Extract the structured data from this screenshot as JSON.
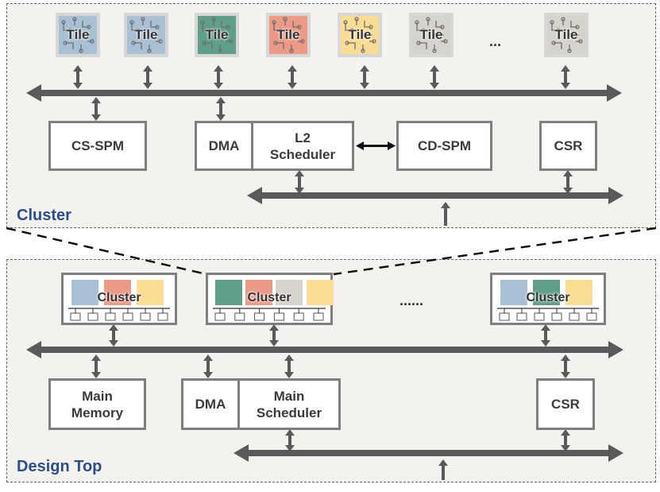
{
  "cluster_panel": {
    "label": "Cluster",
    "tiles": [
      {
        "label": "Tile",
        "color": "#a9bfd3"
      },
      {
        "label": "Tile",
        "color": "#a9bfd3"
      },
      {
        "label": "Tile",
        "color": "#5f9e8a"
      },
      {
        "label": "Tile",
        "color": "#ec9a86"
      },
      {
        "label": "Tile",
        "color": "#fbdc93"
      },
      {
        "label": "Tile",
        "color": "#d6d2cc"
      },
      {
        "label": "Tile",
        "color": "#d6d2cc"
      }
    ],
    "ellipsis": "...",
    "cs_spm": "CS-SPM",
    "dma": "DMA",
    "l2_scheduler": "L2\nScheduler",
    "cd_spm": "CD-SPM",
    "csr": "CSR"
  },
  "top_panel": {
    "label": "Design Top",
    "clusters": [
      {
        "label": "Cluster",
        "cells": [
          "#a9bfd3",
          "#ec9a86",
          "#fbdc93"
        ]
      },
      {
        "label": "Cluster",
        "cells": [
          "#5f9e8a",
          "#ec9a86",
          "#d6d2cc",
          "#fbdc93"
        ]
      },
      {
        "label": "Cluster",
        "cells": [
          "#a9bfd3",
          "#5f9e8a",
          "#fbdc93"
        ]
      }
    ],
    "ellipsis": "......",
    "main_memory": "Main\nMemory",
    "dma": "DMA",
    "main_scheduler": "Main\nScheduler",
    "csr": "CSR"
  }
}
